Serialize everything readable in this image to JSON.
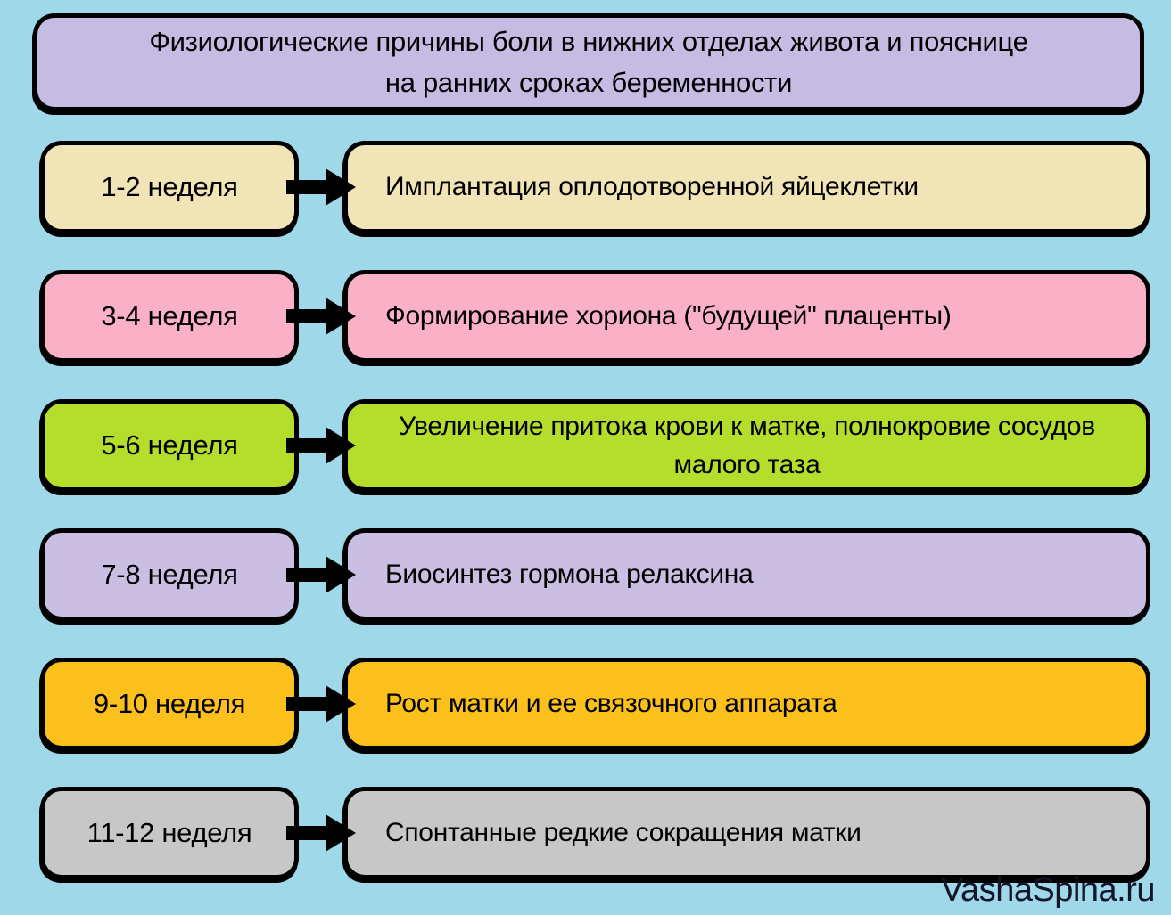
{
  "title": {
    "line1": "Физиологические причины боли в нижних отделах живота и пояснице",
    "line2": "на ранних сроках беременности"
  },
  "rows": [
    {
      "week": "1-2 неделя",
      "cause": "Имплантация оплодотворенной яйцеклетки",
      "color": "#f1e4b6"
    },
    {
      "week": "3-4 неделя",
      "cause": "Формирование хориона (\"будущей\" плаценты)",
      "color": "#fab1c8"
    },
    {
      "week": "5-6 неделя",
      "cause": "Увеличение притока крови к матке, полнокровие сосудов малого таза",
      "color": "#b5dd2b"
    },
    {
      "week": "7-8 неделя",
      "cause": "Биосинтез гормона релаксина",
      "color": "#cabee3"
    },
    {
      "week": "9-10 неделя",
      "cause": "Рост матки и ее связочного аппарата",
      "color": "#fcc01d"
    },
    {
      "week": "11-12 неделя",
      "cause": "Спонтанные редкие сокращения матки",
      "color": "#c7c7c7"
    }
  ],
  "watermark": "VashaSpina.ru",
  "colors": {
    "background": "#9fd8e8",
    "title_box": "#c6bbe3",
    "border": "#000000",
    "arrow": "#000000"
  }
}
